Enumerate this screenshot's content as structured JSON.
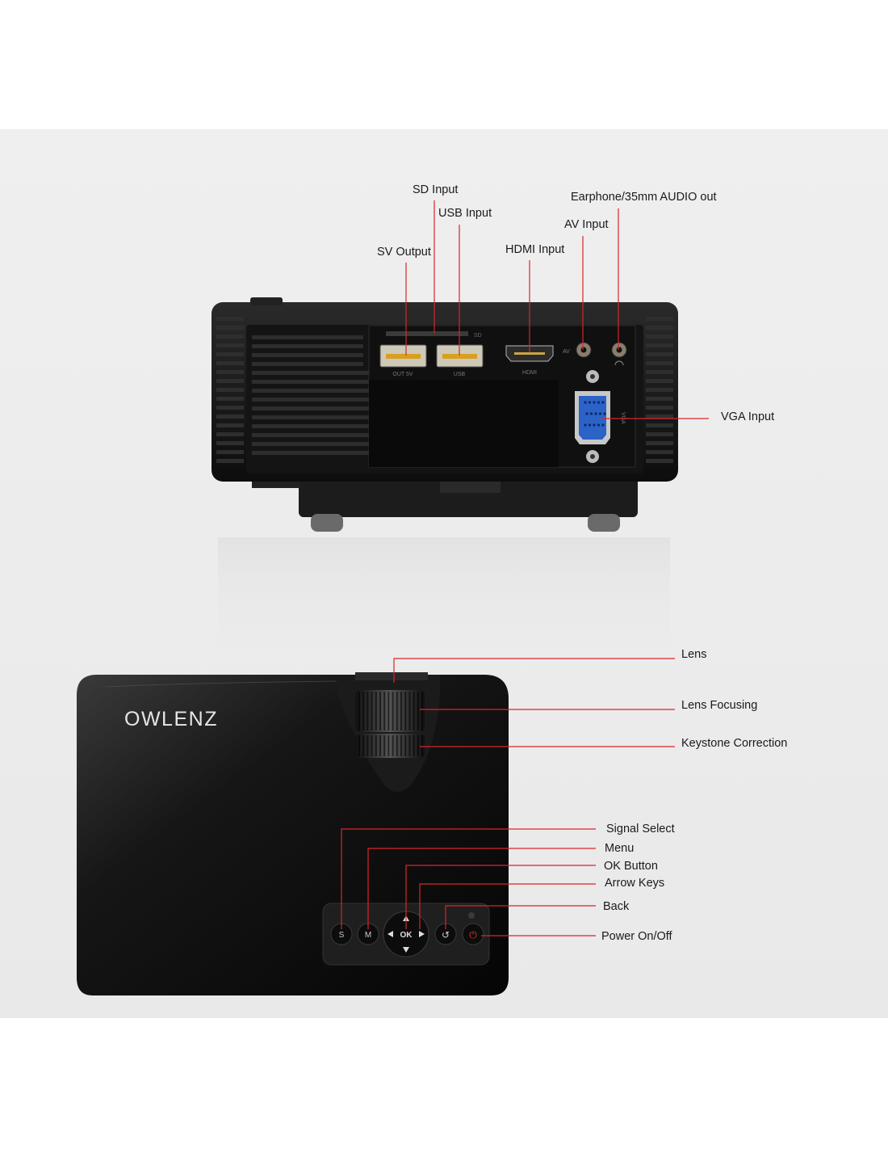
{
  "brand": {
    "logo_text": "OWLENZ"
  },
  "colors": {
    "leader_line": "#d9252b",
    "housing": "#161616",
    "vga_port": "#2b63c7"
  },
  "rear_panel": {
    "callouts": {
      "sd_input": "SD Input",
      "usb_input": "USB Input",
      "sv_output": "SV Output",
      "hdmi_input": "HDMI Input",
      "earphone_out": "Earphone/35mm AUDIO out",
      "av_input": "AV Input",
      "vga_input": "VGA Input"
    },
    "port_labels": {
      "sd": "SD",
      "usb_left": "OUT 5V",
      "usb_right": "USB",
      "hdmi": "HDMI",
      "av": "AV",
      "vga": "VGA"
    }
  },
  "top_view": {
    "callouts": {
      "lens": "Lens",
      "lens_focusing": "Lens Focusing",
      "keystone_correction": "Keystone Correction",
      "signal_select": "Signal Select",
      "menu": "Menu",
      "ok_button": "OK Button",
      "arrow_keys": "Arrow Keys",
      "back": "Back",
      "power": "Power On/Off"
    },
    "button_labels": {
      "signal_select": "S",
      "menu": "M",
      "ok": "OK",
      "back": "↺",
      "power": "⏻"
    }
  }
}
